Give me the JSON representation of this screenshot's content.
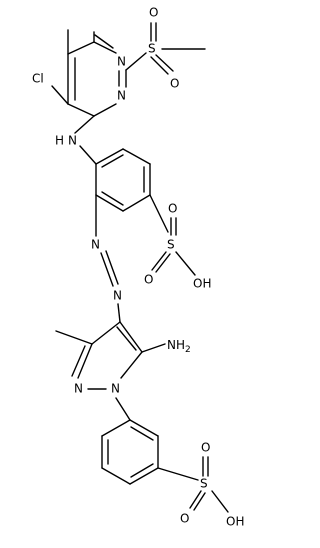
{
  "diagram": {
    "type": "chemical-structure",
    "colors": {
      "bond": "#000000",
      "text": "#000000",
      "background": "#ffffff"
    },
    "atom_labels": {
      "cl": "Cl",
      "pyr_n_top": "N",
      "pyr_n_bottom": "N",
      "sulfonyl_s": "S",
      "sulfonyl_o_top": "O",
      "sulfonyl_o_bottom": "O",
      "amine_nh": "N",
      "amine_h": "H",
      "sulfo1_s": "S",
      "sulfo1_o_top": "O",
      "sulfo1_o_left": "O",
      "sulfo1_oh": "OH",
      "azo_n1": "N",
      "azo_n2": "N",
      "nh2": "NH",
      "nh2_sub": "2",
      "pz_n_left": "N",
      "pz_n_right": "N",
      "sulfo2_s": "S",
      "sulfo2_o_top": "O",
      "sulfo2_o_left": "O",
      "sulfo2_oh": "OH"
    }
  }
}
